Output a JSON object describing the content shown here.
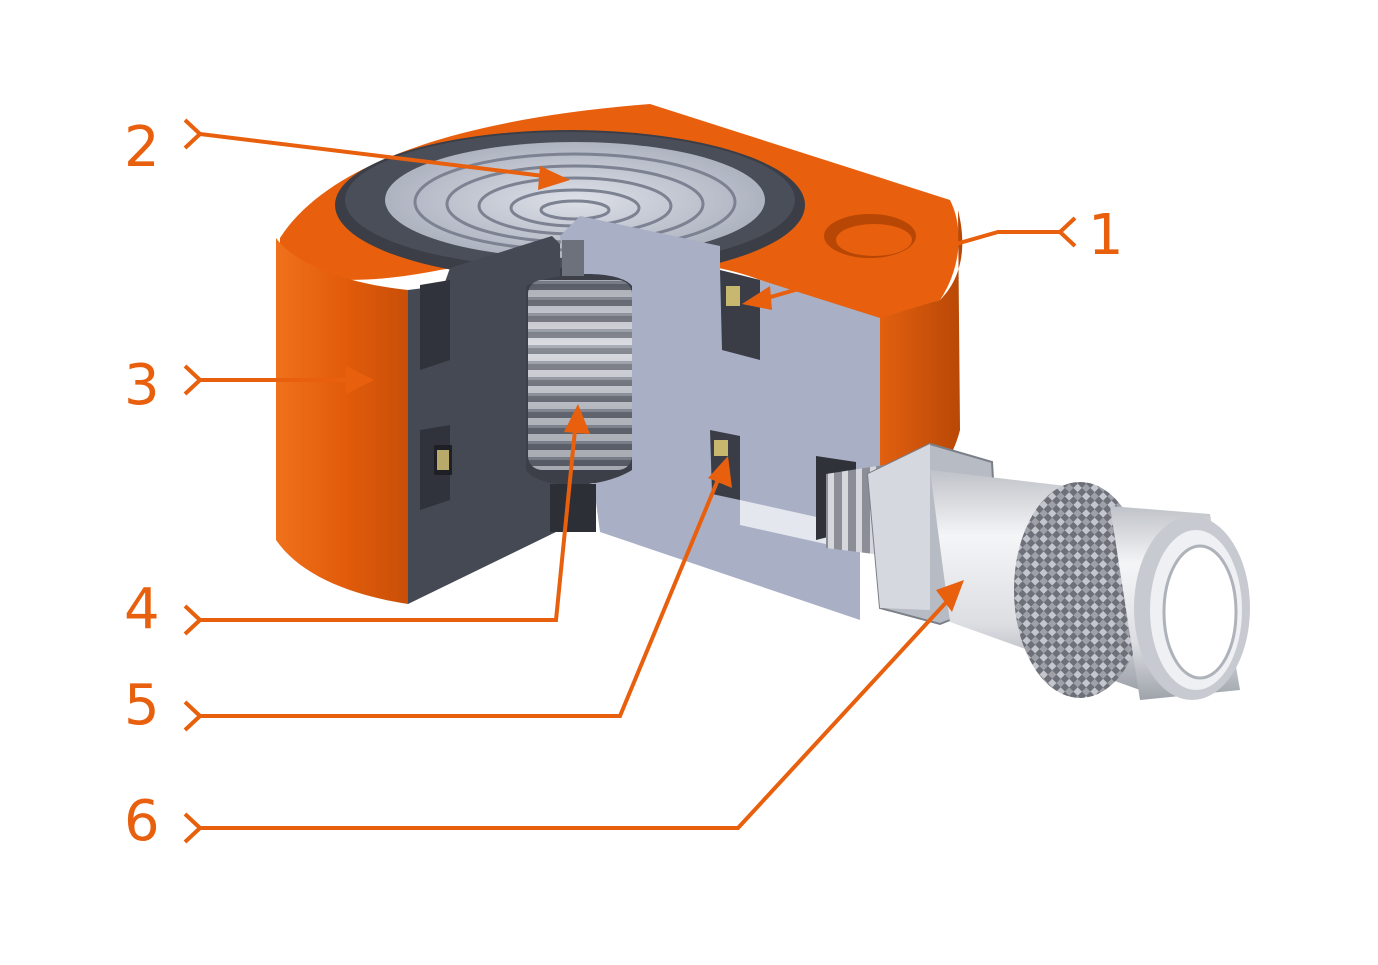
{
  "colors": {
    "accent": "#e8600d",
    "body_orange": "#e35f0c",
    "section_dark": "#3f434e",
    "piston_grey": "#a9b0c6",
    "steel": "#c9ccd3",
    "white": "#ffffff"
  },
  "callouts": [
    {
      "number": "1"
    },
    {
      "number": "2"
    },
    {
      "number": "3"
    },
    {
      "number": "4"
    },
    {
      "number": "5"
    },
    {
      "number": "6"
    }
  ]
}
